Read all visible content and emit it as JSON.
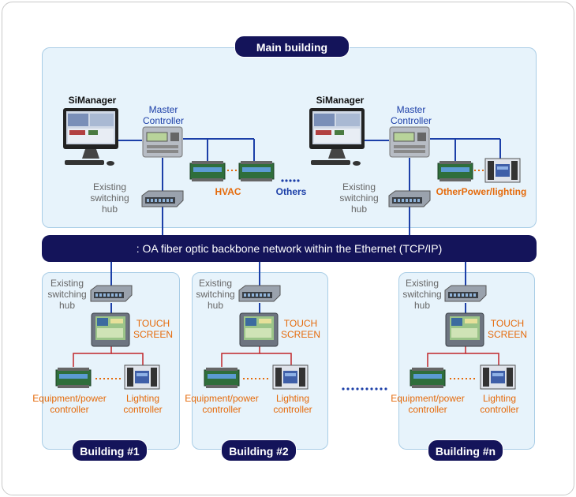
{
  "main_building": {
    "title": "Main building",
    "left_group": {
      "simanager": "SiManager",
      "master_controller": [
        "Master",
        "Controller"
      ],
      "switch": [
        "Existing",
        "switching",
        "hub"
      ],
      "hvac": "HVAC",
      "others": "Others"
    },
    "right_group": {
      "simanager": "SiManager",
      "master_controller": [
        "Master",
        "Controller"
      ],
      "switch": [
        "Existing",
        "switching",
        "hub"
      ],
      "other_power_lighting": "OtherPower/lighting"
    }
  },
  "backbone": {
    "label": ": OA fiber optic backbone network within the Ethernet (TCP/IP)"
  },
  "buildings": [
    {
      "title": "Building #1",
      "switch": [
        "Existing",
        "switching",
        "hub"
      ],
      "touch": [
        "TOUCH",
        "SCREEN"
      ],
      "equipment": [
        "Equipment/power",
        "controller"
      ],
      "lighting": [
        "Lighting",
        "controller"
      ]
    },
    {
      "title": "Building #2",
      "switch": [
        "Existing",
        "switching",
        "hub"
      ],
      "touch": [
        "TOUCH",
        "SCREEN"
      ],
      "equipment": [
        "Equipment/power",
        "controller"
      ],
      "lighting": [
        "Lighting",
        "controller"
      ]
    },
    {
      "title": "Building #n",
      "switch": [
        "Existing",
        "switching",
        "hub"
      ],
      "touch": [
        "TOUCH",
        "SCREEN"
      ],
      "equipment": [
        "Equipment/power",
        "controller"
      ],
      "lighting": [
        "Lighting",
        "controller"
      ]
    }
  ],
  "colors": {
    "navy": "#14145a",
    "panel": "#e7f3fb",
    "blue_line": "#1c3fa8",
    "red_line": "#c0262b",
    "orange": "#e56a0a"
  },
  "icons": [
    "monitor-icon",
    "master-controller-icon",
    "switch-hub-icon",
    "module-icon",
    "lighting-module-icon",
    "touch-screen-icon"
  ]
}
